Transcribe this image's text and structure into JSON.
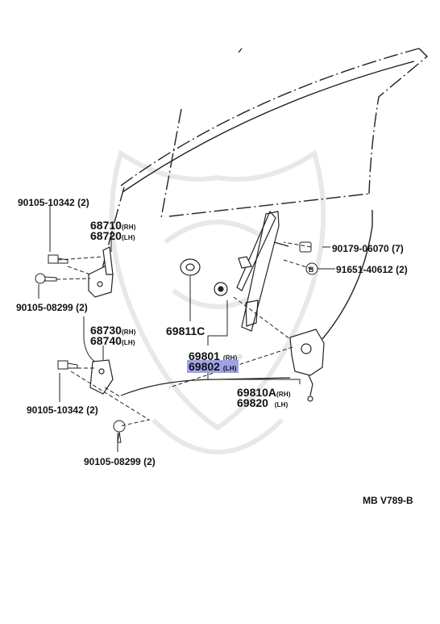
{
  "diagram": {
    "reference_code": "MB V789-B",
    "highlight_color": "#9da3e6",
    "parts": [
      {
        "number": "90105-10342",
        "qty": "(2)"
      },
      {
        "number": "68710",
        "side": "(RH)"
      },
      {
        "number": "68720",
        "side": "(LH)"
      },
      {
        "number": "90105-08299",
        "qty": "(2)"
      },
      {
        "number": "68730",
        "side": "(RH)"
      },
      {
        "number": "68740",
        "side": "(LH)"
      },
      {
        "number": "90105-10342",
        "qty": "(2)"
      },
      {
        "number": "90105-08299",
        "qty": "(2)"
      },
      {
        "number": "69811C"
      },
      {
        "number": "69801",
        "side": "(RH)"
      },
      {
        "number": "69802",
        "side": "(LH)",
        "highlighted": true
      },
      {
        "number": "69810A",
        "side": "(RH)"
      },
      {
        "number": "69820",
        "side": "(LH)"
      },
      {
        "number": "90179-06070",
        "qty": "(7)"
      },
      {
        "number": "91651-40612",
        "qty": "(2)"
      }
    ]
  }
}
